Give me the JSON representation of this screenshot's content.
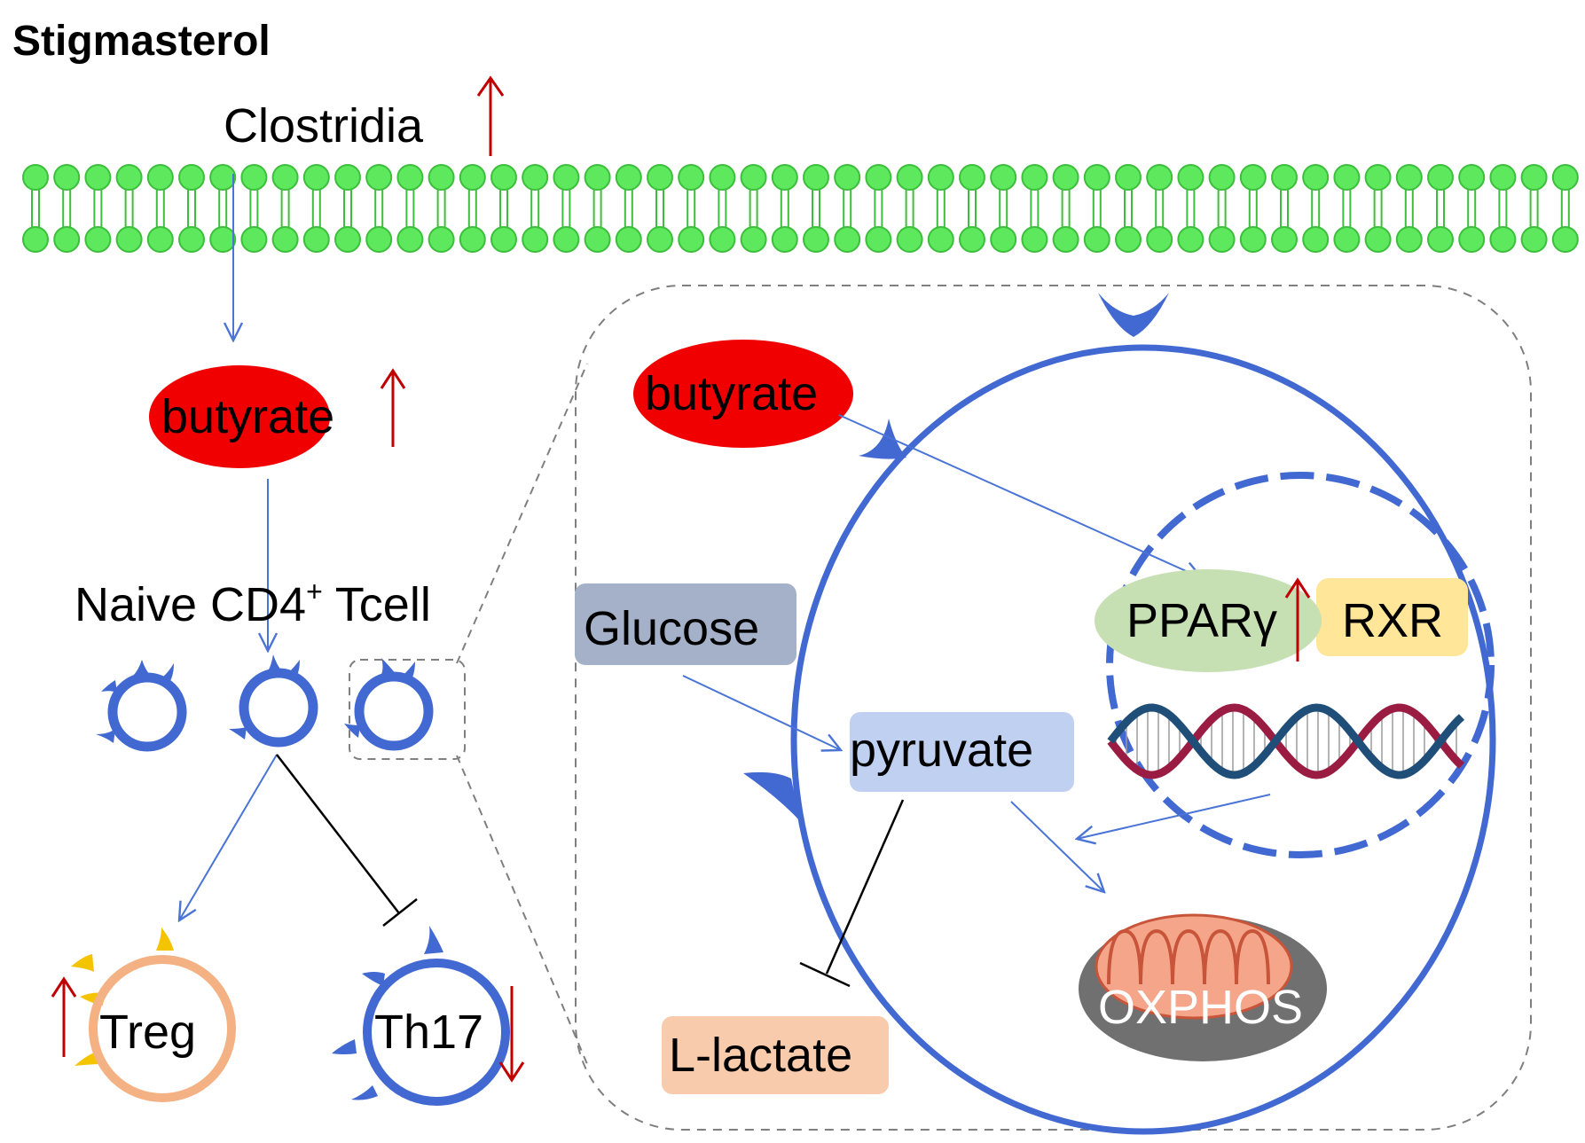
{
  "title": "Stigmasterol",
  "labels": {
    "clostridia": "Clostridia",
    "butyrate_left": "butyrate",
    "naive_cell": "Naive CD4",
    "naive_sup": "+",
    "naive_suffix": " Tcell",
    "treg": "Treg",
    "th17": "Th17",
    "butyrate_right": "butyrate",
    "glucose": "Glucose",
    "pyruvate": "pyruvate",
    "ppar": "PPARγ",
    "rxr": "RXR",
    "l_lactate": "L-lactate",
    "oxphos": "OXPHOS"
  },
  "colors": {
    "membrane": "#5EE85E",
    "membrane_dark": "#3DBE3D",
    "arrow_blue": "#4A74D6",
    "cell_blue": "#4169D1",
    "up_down_red": "#C00000",
    "butyrate_red": "#F00000",
    "treg_ring": "#F4B183",
    "treg_spike": "#F5C400",
    "glucose_box": "#A5B1C8",
    "pyruvate_box": "#BFD0F1",
    "ppar_fill": "#C6E0B4",
    "rxr_fill": "#FFE699",
    "lactate_box": "#F8CBAD",
    "mito_outer": "#707070",
    "mito_inner": "#F4A58A",
    "dna_red": "#9B1C43",
    "dna_blue": "#1F4E79"
  },
  "icons": {
    "up_arrow": "up-arrow-icon",
    "down_arrow": "down-arrow-icon",
    "membrane": "lipid-bilayer-icon",
    "dna": "dna-helix-icon",
    "mitochondrion": "mitochondrion-icon"
  }
}
